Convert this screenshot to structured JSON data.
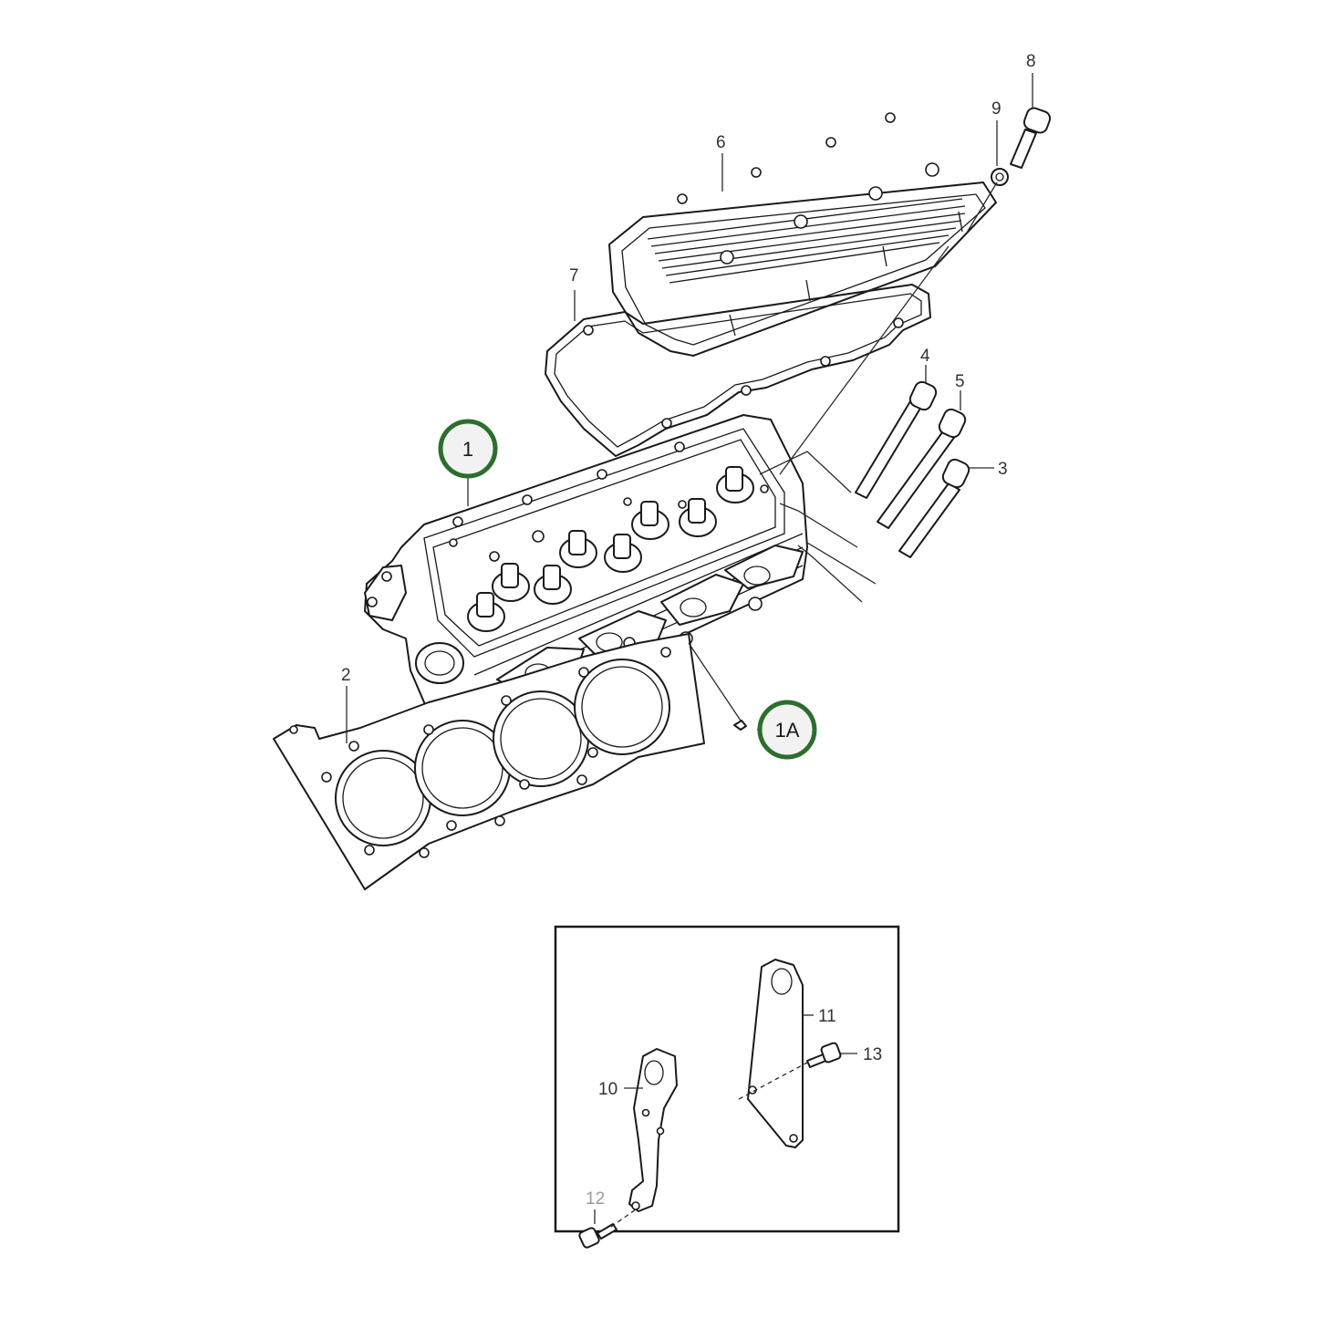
{
  "callouts": {
    "c1": "1",
    "c1a": "1A",
    "c2": "2",
    "c3": "3",
    "c4": "4",
    "c5": "5",
    "c6": "6",
    "c7": "7",
    "c8": "8",
    "c9": "9",
    "c10": "10",
    "c11": "11",
    "c12": "12",
    "c13": "13"
  },
  "highlighted_callouts": [
    "1",
    "1A"
  ],
  "colors": {
    "highlight_ring": "#2d6e2d",
    "line": "#1a1a1a",
    "label": "#333333"
  }
}
